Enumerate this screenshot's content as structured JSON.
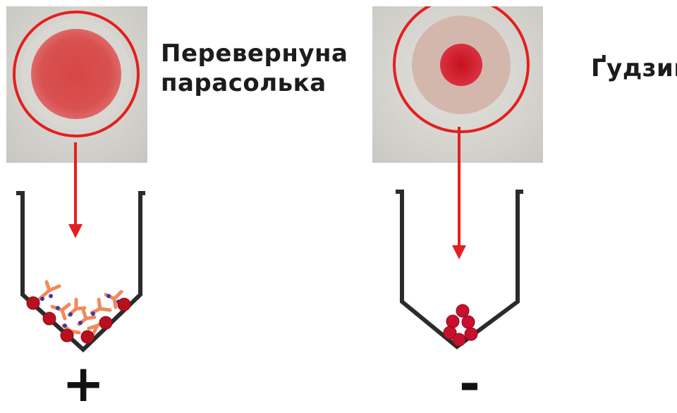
{
  "panels": [
    {
      "label_lines": [
        "Перевернуна",
        "парасолька"
      ],
      "sign": "+",
      "result": "positive"
    },
    {
      "label_lines": [
        "Ґудзик"
      ],
      "sign": "-",
      "result": "negative"
    }
  ],
  "colors": {
    "blood_red": "#c8102e",
    "pointer_red": "#e41f1f",
    "antibody": "#f08a5b",
    "antigen_dot": "#3b3aa8",
    "well_wall": "#2b2b2b"
  }
}
